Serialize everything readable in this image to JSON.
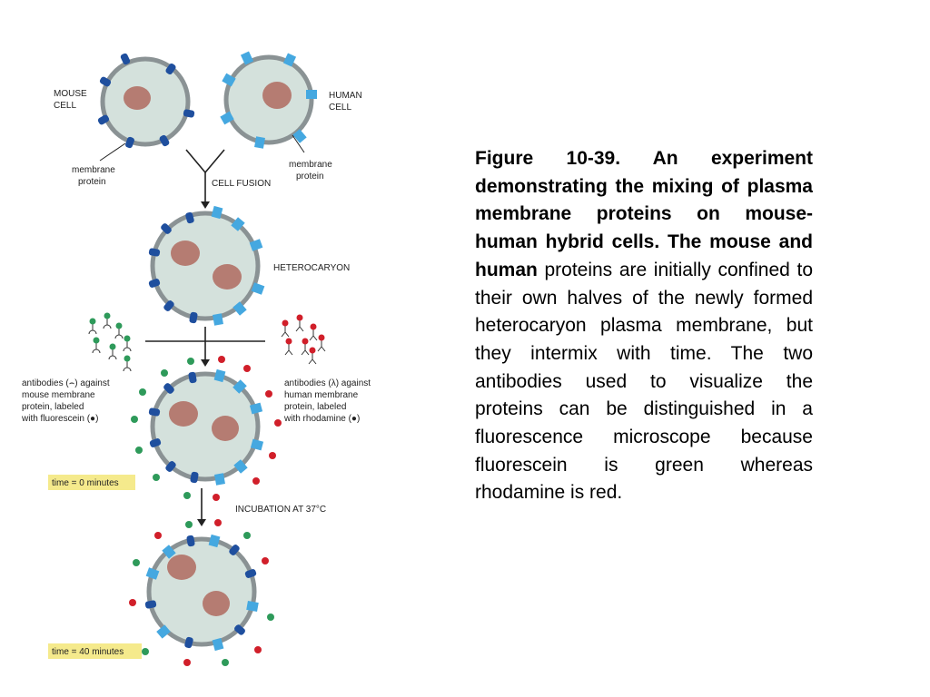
{
  "diagram": {
    "labels": {
      "mouse_cell": [
        "MOUSE",
        "CELL"
      ],
      "human_cell": [
        "HUMAN",
        "CELL"
      ],
      "membrane_protein_left": [
        "membrane",
        "protein"
      ],
      "membrane_protein_right": [
        "membrane",
        "protein"
      ],
      "cell_fusion": "CELL FUSION",
      "heterocaryon": "HETEROCARYON",
      "antibodies_mouse": [
        "antibodies (⌢) against",
        "mouse membrane",
        "protein, labeled",
        "with fluorescein (●)"
      ],
      "antibodies_human": [
        "antibodies (λ) against",
        "human membrane",
        "protein, labeled",
        "with rhodamine (●)"
      ],
      "incubation": "INCUBATION AT 37°C",
      "time_0": "time = 0 minutes",
      "time_40": "time = 40 minutes"
    },
    "colors": {
      "mouse_protein": "#1f4f9e",
      "human_protein": "#45a8e0",
      "fluorescein": "#2e9a5a",
      "rhodamine": "#d11f2a",
      "membrane": "#8a9294",
      "cytoplasm": "#d4e1dc",
      "nucleus": "#b57c72",
      "time_label_bg": "#f5ea8c"
    }
  },
  "caption": {
    "bold_part": "Figure 10-39. An experiment demonstrating the mixing of plasma membrane proteins on mouse-human hybrid cells. The mouse and human",
    "normal_part": " proteins are initially confined to their own halves of the newly formed heterocaryon plasma membrane, but they intermix with time. The two antibodies used to visualize the proteins can be distinguished in a fluorescence microscope because fluorescein is green whereas rhodamine is red."
  }
}
